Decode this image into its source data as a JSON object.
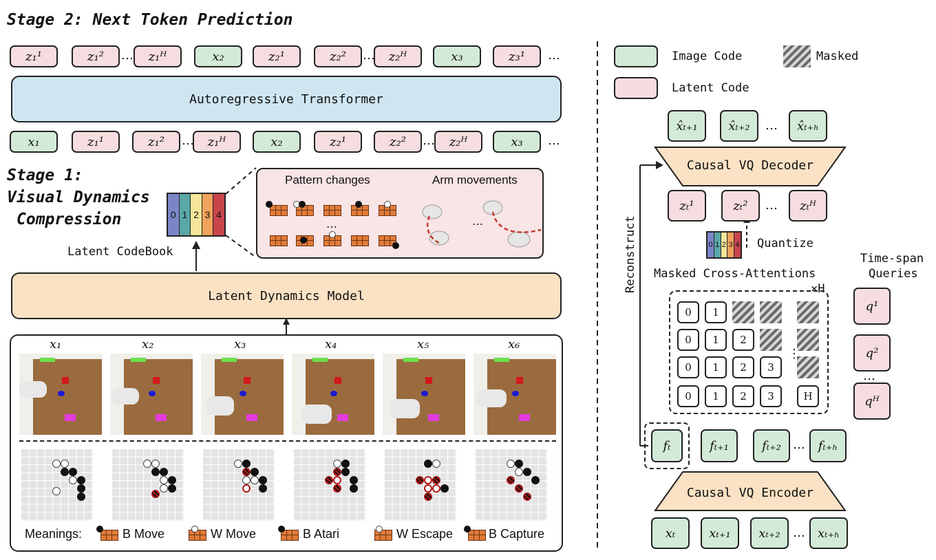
{
  "stage2": {
    "title": "Stage 2: Next Token Prediction",
    "transformer_label": "Autoregressive Transformer",
    "output_tokens": [
      "z₁¹",
      "z₁²",
      "z₁ᴴ",
      "x₂",
      "z₂¹",
      "z₂²",
      "z₂ᴴ",
      "x₃",
      "z₃¹"
    ],
    "input_tokens": [
      "x₁",
      "z₁¹",
      "z₁²",
      "z₁ᴴ",
      "x₂",
      "z₂¹",
      "z₂²",
      "z₂ᴴ",
      "x₃"
    ],
    "ellipsis": "…"
  },
  "stage1": {
    "title_line1": "Stage 1:",
    "title_line2": "Visual Dynamics",
    "title_line3": "Compression",
    "codebook_label": "Latent CodeBook",
    "codebook_codes": [
      "0",
      "1",
      "2",
      "3",
      "4"
    ],
    "codebook_colors": [
      "#7b86c8",
      "#5aa7a6",
      "#f6e69a",
      "#f0a35c",
      "#c8454b"
    ],
    "pattern_changes_label": "Pattern changes",
    "arm_movements_label": "Arm movements",
    "ldm_label": "Latent Dynamics Model",
    "frame_labels": [
      "x₁",
      "x₂",
      "x₃",
      "x₄",
      "x₅",
      "x₆"
    ],
    "meanings_label": "Meanings:",
    "meanings": [
      "B Move",
      "W Move",
      "B Atari",
      "W Escape",
      "B Capture"
    ],
    "ellipsis": "…"
  },
  "legend": {
    "image_code": "Image Code",
    "masked": "Masked",
    "latent_code": "Latent Code"
  },
  "right": {
    "decoded_frames": [
      "x̂ₜ₊₁",
      "x̂ₜ₊₂",
      "x̂ₜ₊ₕ"
    ],
    "decoder_label": "Causal VQ Decoder",
    "latent_codes": [
      "zₜ¹",
      "zₜ²",
      "zₜᴴ"
    ],
    "quantize_label": "Quantize",
    "reconstruct_label": "Reconstruct",
    "time_span_line1": "Time-span",
    "time_span_line2": "Queries",
    "cross_attn_label": "Masked Cross-Attentions",
    "times_h": "×H",
    "queries": [
      "q¹",
      "q²",
      "qᴴ"
    ],
    "mask_rows": [
      [
        "0",
        "1"
      ],
      [
        "0",
        "1",
        "2"
      ],
      [
        "0",
        "1",
        "2",
        "3"
      ],
      [
        "0",
        "1",
        "2",
        "3",
        "H"
      ]
    ],
    "features": [
      "fₜ",
      "fₜ₊₁",
      "fₜ₊₂",
      "fₜ₊ₕ"
    ],
    "encoder_label": "Causal VQ Encoder",
    "inputs": [
      "xₜ",
      "xₜ₊₁",
      "xₜ₊₂",
      "xₜ₊ₕ"
    ],
    "ellipsis": "…",
    "vdots": "⋮"
  },
  "colors": {
    "pink": "#f6dde0",
    "green": "#d4ead8",
    "transformer_blue": "#cfe6f1",
    "ldm_orange": "#fbe2c4",
    "accent_red": "#c0392b"
  }
}
